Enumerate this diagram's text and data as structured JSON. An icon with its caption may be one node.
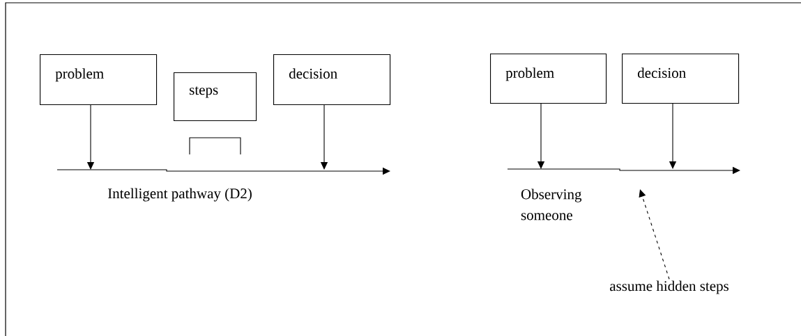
{
  "diagram": {
    "nodes": [
      {
        "text": [
          "problem"
        ]
      },
      {
        "text": [
          "steps"
        ]
      },
      {
        "text": [
          "decision"
        ]
      },
      {
        "text": [
          "problem"
        ]
      },
      {
        "text": [
          "decision"
        ]
      },
      {
        "text": [
          "assume hidden steps"
        ]
      }
    ],
    "edges": [
      {
        "from": 0,
        "to": null,
        "arrow": "to"
      },
      {
        "from": 2,
        "to": null,
        "arrow": "to"
      },
      {
        "from": 3,
        "to": null,
        "arrow": "to"
      },
      {
        "from": 4,
        "to": null,
        "arrow": "to"
      },
      {
        "from": 5,
        "to": null,
        "arrow": "to",
        "style": "dashed"
      }
    ],
    "labels": [
      "Intelligent pathway (D2)",
      "Observing someone"
    ]
  }
}
